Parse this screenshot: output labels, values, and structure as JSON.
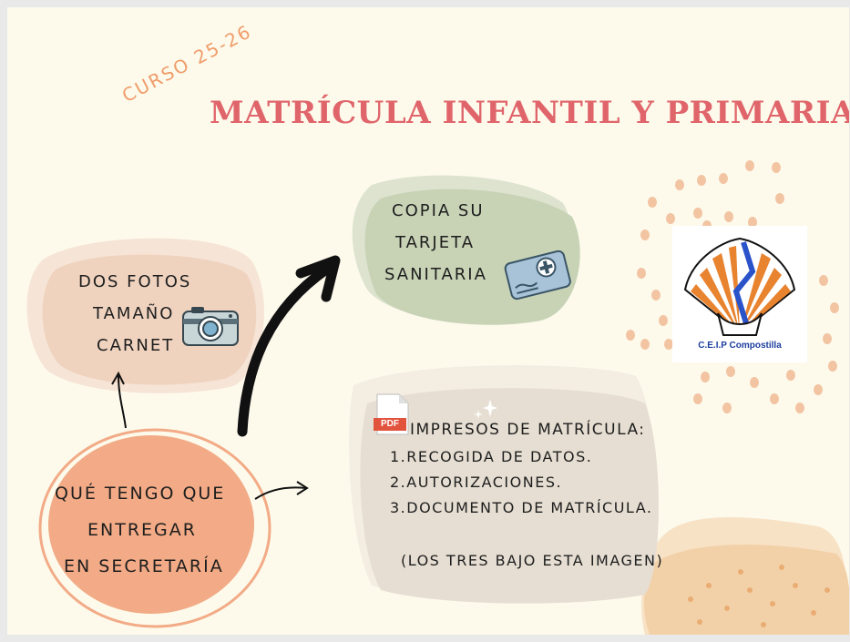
{
  "header": {
    "course_label": "CURSO 25-26",
    "title": "MATRÍCULA INFANTIL Y PRIMARIA"
  },
  "center": {
    "line1": "QUÉ TENGO QUE",
    "line2": "ENTREGAR",
    "line3": "EN SECRETARÍA"
  },
  "photos": {
    "line1": "DOS FOTOS",
    "line2": "TAMAÑO",
    "line3": "CARNET"
  },
  "card": {
    "line1": "COPIA SU",
    "line2": "TARJETA",
    "line3": "SANITARIA"
  },
  "impresos": {
    "pdf_badge": "PDF",
    "heading": "IMPRESOS DE MATRÍCULA:",
    "items": [
      "1.RECOGIDA DE DATOS.",
      "2.AUTORIZACIONES.",
      "3.DOCUMENTO DE MATRÍCULA."
    ],
    "note": "(LOS TRES BAJO ESTA IMAGEN)"
  },
  "logo": {
    "caption": "C.E.I.P Compostilla"
  },
  "colors": {
    "title": "#e0656b",
    "course": "#ef9d6a",
    "center_circle": "#f2ab86",
    "blob_photos": "#efd6c4",
    "blob_card": "#c9d3b8",
    "blob_impresos": "#e6ddd1",
    "dots": "#f2c4a2"
  }
}
